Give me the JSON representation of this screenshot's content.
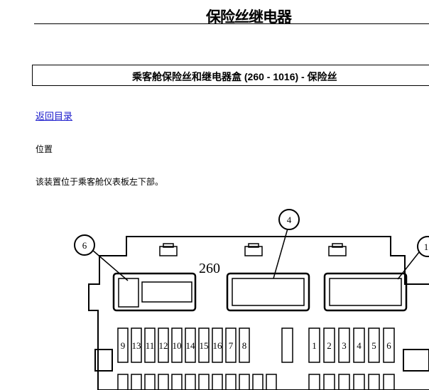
{
  "header": {
    "title": "保险丝继电器"
  },
  "section": {
    "title": "乘客舱保险丝和继电器盒 (260 - 1016) - 保险丝"
  },
  "nav": {
    "back_link": "返回目录"
  },
  "content": {
    "position_label": "位置",
    "description": "该装置位于乘客舱仪表板左下部。"
  },
  "diagram": {
    "box_number": "260",
    "callouts": [
      "6",
      "4",
      "1"
    ],
    "fuse_row_top_left": [
      "9",
      "13",
      "11",
      "12",
      "10",
      "14",
      "15",
      "16",
      "7",
      "8"
    ],
    "fuse_row_top_right": [
      "1",
      "2",
      "3",
      "4",
      "5",
      "6"
    ]
  }
}
